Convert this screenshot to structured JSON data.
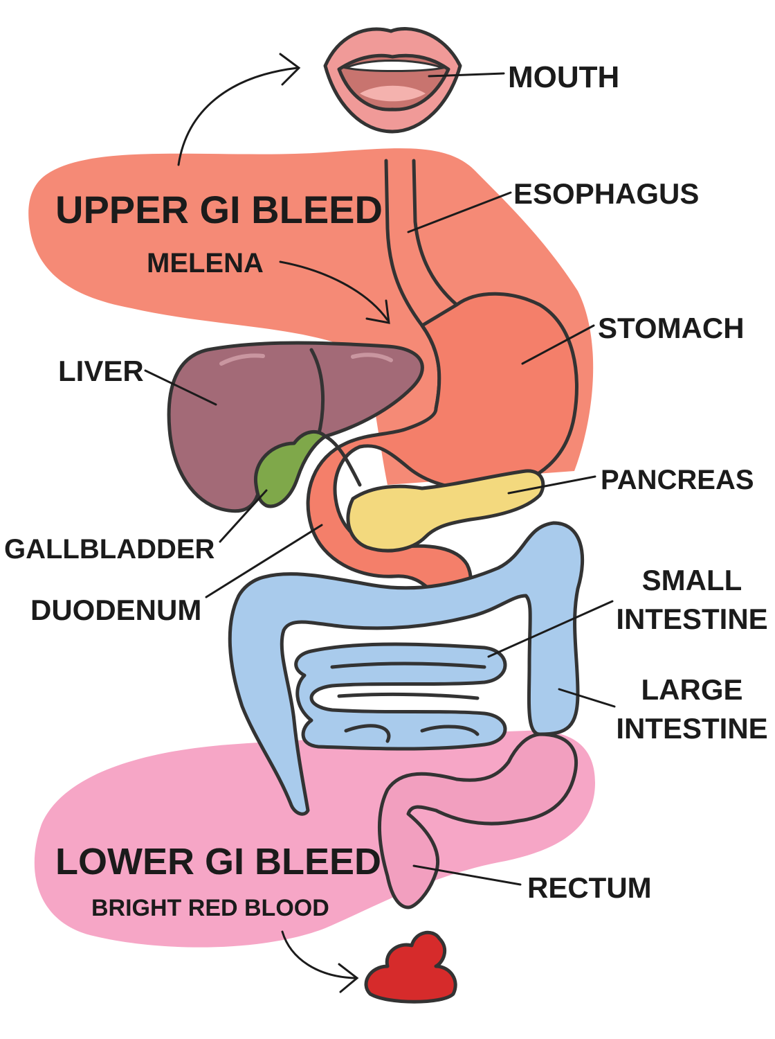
{
  "regions": {
    "upper": {
      "title": "UPPER GI BLEED",
      "subtitle": "MELENA"
    },
    "lower": {
      "title": "LOWER GI BLEED",
      "subtitle": "BRIGHT RED BLOOD"
    }
  },
  "labels": {
    "mouth": "MOUTH",
    "esophagus": "ESOPHAGUS",
    "stomach": "STOMACH",
    "liver": "LIVER",
    "pancreas": "PANCREAS",
    "gallbladder": "GALLBLADDER",
    "duodenum": "DUODENUM",
    "small_intestine_1": "SMALL",
    "small_intestine_2": "INTESTINE",
    "large_intestine_1": "LARGE",
    "large_intestine_2": "INTESTINE",
    "rectum": "RECTUM"
  },
  "colors": {
    "upper_region": "#f58a76",
    "lower_region": "#f6a6c6",
    "stomach": "#f47f6a",
    "liver": "#a36a77",
    "gallbladder": "#7fa84a",
    "pancreas": "#f3d97e",
    "intestine": "#a9cbec",
    "lower_colon": "#f29fbf",
    "stool": "#d62b2b",
    "mouth_lips": "#f09a98",
    "mouth_inner": "#c8746f"
  }
}
